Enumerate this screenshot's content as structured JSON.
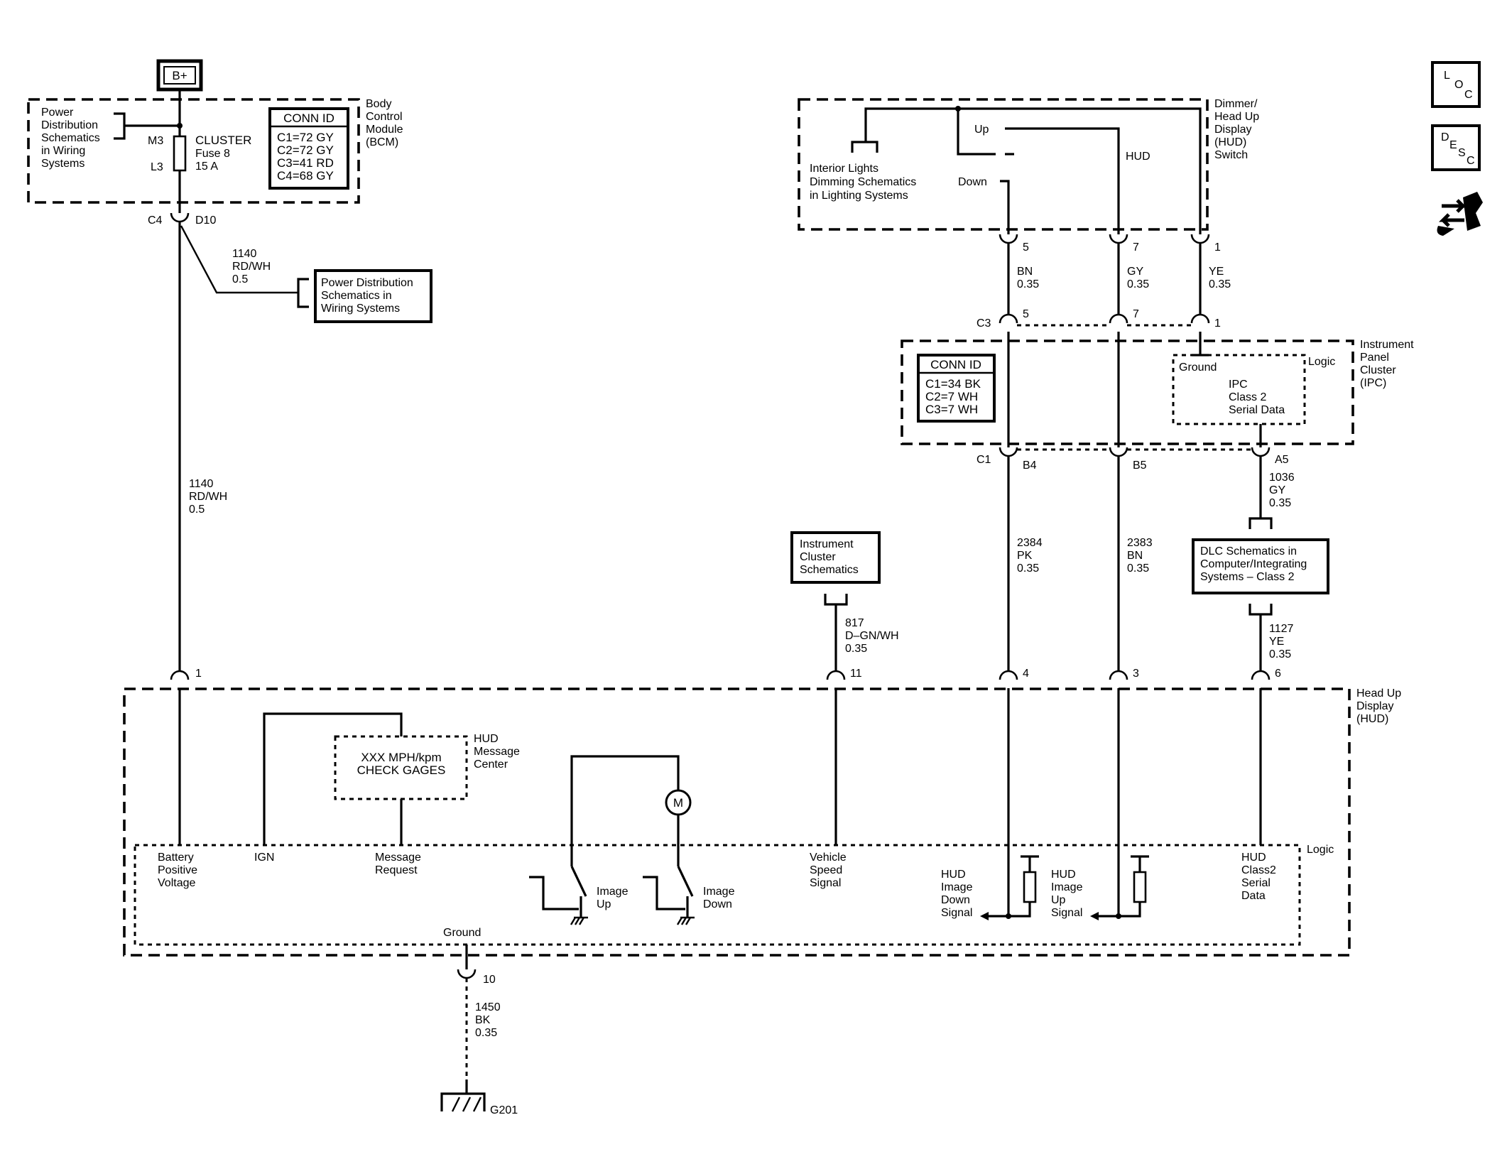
{
  "bplus": {
    "label": "B+"
  },
  "bcm": {
    "name_lines": [
      "Body",
      "Control",
      "Module",
      "(BCM)"
    ],
    "pd_ref_lines": [
      "Power",
      "Distribution",
      "Schematics",
      "in Wiring",
      "Systems"
    ],
    "m3": "M3",
    "l3": "L3",
    "fuse_lines": [
      "CLUSTER",
      "Fuse 8",
      "15 A"
    ],
    "conn_title": "CONN ID",
    "conn_lines": [
      "C1=72 GY",
      "C2=72 GY",
      "C3=41 RD",
      "C4=68 GY"
    ],
    "c4": "C4",
    "d10": "D10"
  },
  "wire_1140_top": {
    "lines": [
      "1140",
      "RD/WH",
      "0.5"
    ]
  },
  "pd_box": {
    "lines": [
      "Power Distribution",
      "Schematics in",
      "Wiring Systems"
    ]
  },
  "wire_1140_mid": {
    "lines": [
      "1140",
      "RD/WH",
      "0.5"
    ]
  },
  "dimmer": {
    "name_lines": [
      "Dimmer/",
      "Head Up",
      "Display",
      "(HUD)",
      "Switch"
    ],
    "interior_lines": [
      "Interior Lights",
      "Dimming Schematics",
      "in Lighting Systems"
    ],
    "up": "Up",
    "down": "Down",
    "hud": "HUD",
    "pins": [
      "5",
      "7",
      "1"
    ]
  },
  "upper_wires": [
    {
      "lines": [
        "BN",
        "0.35"
      ]
    },
    {
      "lines": [
        "GY",
        "0.35"
      ]
    },
    {
      "lines": [
        "YE",
        "0.35"
      ]
    }
  ],
  "ipc": {
    "name_lines": [
      "Instrument",
      "Panel",
      "Cluster",
      "(IPC)"
    ],
    "c3": "C3",
    "c3_pins": [
      "5",
      "7",
      "1"
    ],
    "conn_title": "CONN ID",
    "conn_lines": [
      "C1=34 BK",
      "C2=7 WH",
      "C3=7 WH"
    ],
    "logic": "Logic",
    "ground": "Ground",
    "serial_lines": [
      "IPC",
      "Class 2",
      "Serial Data"
    ],
    "c1": "C1",
    "c1_pins": [
      "B4",
      "B5",
      "A5"
    ]
  },
  "wire_1036": {
    "lines": [
      "1036",
      "GY",
      "0.35"
    ]
  },
  "dlc_box": {
    "lines": [
      "DLC Schematics in",
      "Computer/Integrating",
      "Systems – Class 2"
    ]
  },
  "wire_1127": {
    "lines": [
      "1127",
      "YE",
      "0.35"
    ]
  },
  "wire_2384": {
    "lines": [
      "2384",
      "PK",
      "0.35"
    ]
  },
  "wire_2383": {
    "lines": [
      "2383",
      "BN",
      "0.35"
    ]
  },
  "ic_box": {
    "lines": [
      "Instrument",
      "Cluster",
      "Schematics"
    ]
  },
  "wire_817": {
    "lines": [
      "817",
      "D–GN/WH",
      "0.35"
    ]
  },
  "hud": {
    "name_lines": [
      "Head Up",
      "Display",
      "(HUD)"
    ],
    "pins": [
      "1",
      "11",
      "4",
      "3",
      "6"
    ],
    "message_lines": [
      "XXX MPH/kpm",
      "CHECK GAGES"
    ],
    "message_center_lines": [
      "HUD",
      "Message",
      "Center"
    ],
    "motor": "M",
    "logic": "Logic",
    "battery_lines": [
      "Battery",
      "Positive",
      "Voltage"
    ],
    "ign": "IGN",
    "message_request_lines": [
      "Message",
      "Request"
    ],
    "image_up_lines": [
      "Image",
      "Up"
    ],
    "image_down_lines": [
      "Image",
      "Down"
    ],
    "vss_lines": [
      "Vehicle",
      "Speed",
      "Signal"
    ],
    "img_down_signal_lines": [
      "HUD",
      "Image",
      "Down",
      "Signal"
    ],
    "img_up_signal_lines": [
      "HUD",
      "Image",
      "Up",
      "Signal"
    ],
    "class2_lines": [
      "HUD",
      "Class2",
      "Serial",
      "Data"
    ],
    "ground": "Ground",
    "pin10": "10"
  },
  "wire_1450": {
    "lines": [
      "1450",
      "BK",
      "0.35"
    ]
  },
  "g201": {
    "label": "G201"
  },
  "nav": {
    "loc": {
      "a": "L",
      "b": "O",
      "c": "C"
    },
    "desc": {
      "a": "D",
      "b": "E",
      "c": "S",
      "d": "C"
    },
    "back_icon": "connector-back-icon"
  }
}
